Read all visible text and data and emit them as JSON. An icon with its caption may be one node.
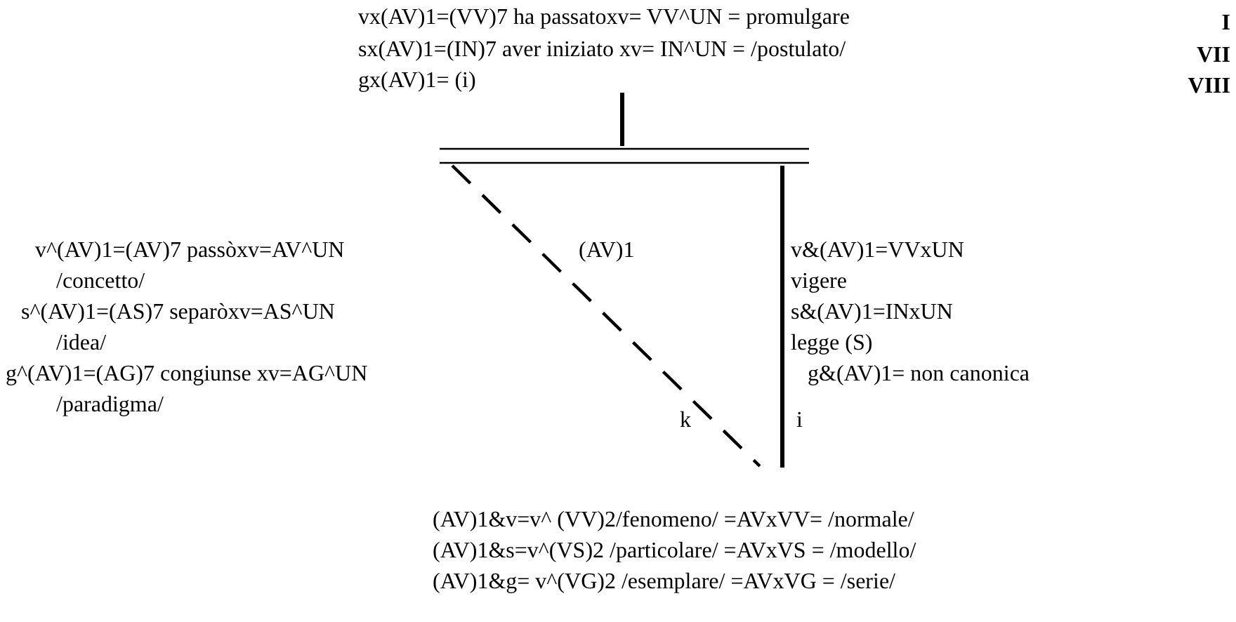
{
  "diagram": {
    "nodes": [
      {
        "text": [
          "vx(AV)1=(VV)7 ha passatoxv= VV^UN = promulgare",
          "sx(AV)1=(IN)7 aver iniziato xv= IN^UN = /postulato/",
          "gx(AV)1= (i)"
        ]
      },
      {
        "text": [],
        "shape": "bar"
      }
    ],
    "edges": [
      {
        "from": 0,
        "to": 1,
        "arrow": "none"
      },
      {
        "from": 1,
        "to": null,
        "arrow": "none",
        "style": "dashed",
        "label": "k"
      },
      {
        "from": 1,
        "to": null,
        "arrow": "none",
        "label": "i"
      }
    ],
    "labels": [
      "I",
      "VII",
      "VIII",
      "v^(AV)1=(AV)7 passòxv=AV^UN",
      "/concetto/",
      "s^(AV)1=(AS)7 separòxv=AS^UN",
      "/idea/",
      "g^(AV)1=(AG)7 congiunse xv=AG^UN",
      "/paradigma/",
      "(AV)1",
      "v&(AV)1=VVxUN",
      "vigere",
      "s&(AV)1=INxUN",
      "legge (S)",
      "g&(AV)1= non canonica",
      "(AV)1&v=v^ (VV)2/fenomeno/ =AVxVV= /normale/",
      "(AV)1&s=v^(VS)2 /particolare/ =AVxVS = /modello/",
      "(AV)1&g= v^(VG)2 /esemplare/ =AVxVG = /serie/"
    ]
  }
}
